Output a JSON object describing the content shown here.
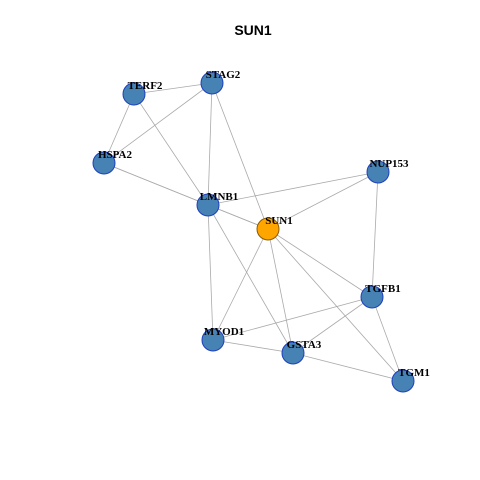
{
  "title": "SUN1",
  "colors": {
    "node_fill": "#4682b4",
    "node_stroke": "#1f3fbf",
    "highlight_fill": "#ffa500",
    "highlight_stroke": "#8a5a00",
    "edge": "#aaaaaa"
  },
  "nodes": [
    {
      "id": "TERF2",
      "label": "TERF2"
    },
    {
      "id": "STAG2",
      "label": "STAG2"
    },
    {
      "id": "HSPA2",
      "label": "HSPA2"
    },
    {
      "id": "NUP153",
      "label": "NUP153"
    },
    {
      "id": "LMNB1",
      "label": "LMNB1"
    },
    {
      "id": "SUN1",
      "label": "SUN1",
      "highlight": true
    },
    {
      "id": "TGFB1",
      "label": "TGFB1"
    },
    {
      "id": "MYOD1",
      "label": "MYOD1"
    },
    {
      "id": "GSTA3",
      "label": "GSTA3"
    },
    {
      "id": "TGM1",
      "label": "TGM1"
    }
  ],
  "edges": [
    [
      "TERF2",
      "STAG2"
    ],
    [
      "TERF2",
      "HSPA2"
    ],
    [
      "TERF2",
      "LMNB1"
    ],
    [
      "STAG2",
      "HSPA2"
    ],
    [
      "STAG2",
      "LMNB1"
    ],
    [
      "STAG2",
      "SUN1"
    ],
    [
      "HSPA2",
      "LMNB1"
    ],
    [
      "HSPA2",
      "SUN1"
    ],
    [
      "LMNB1",
      "SUN1"
    ],
    [
      "LMNB1",
      "NUP153"
    ],
    [
      "LMNB1",
      "MYOD1"
    ],
    [
      "LMNB1",
      "GSTA3"
    ],
    [
      "NUP153",
      "SUN1"
    ],
    [
      "NUP153",
      "TGFB1"
    ],
    [
      "SUN1",
      "TGFB1"
    ],
    [
      "SUN1",
      "MYOD1"
    ],
    [
      "SUN1",
      "GSTA3"
    ],
    [
      "SUN1",
      "TGM1"
    ],
    [
      "TGFB1",
      "MYOD1"
    ],
    [
      "TGFB1",
      "GSTA3"
    ],
    [
      "TGFB1",
      "TGM1"
    ],
    [
      "MYOD1",
      "GSTA3"
    ],
    [
      "GSTA3",
      "TGM1"
    ]
  ]
}
